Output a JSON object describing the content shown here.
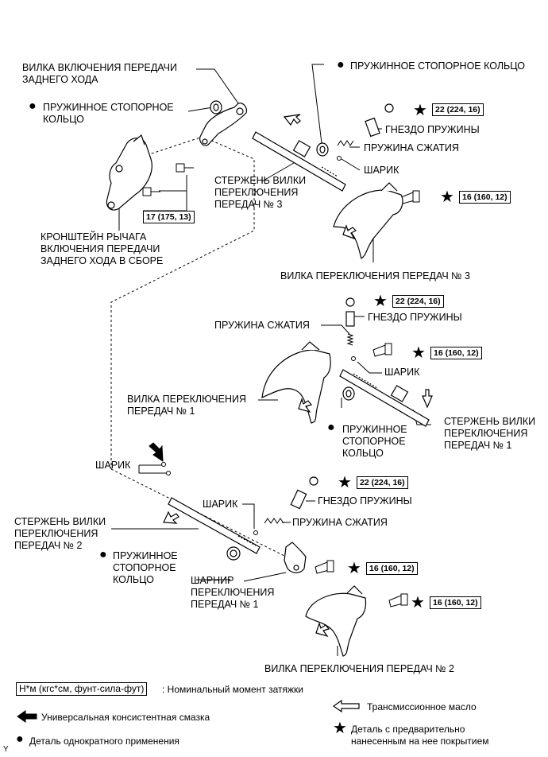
{
  "labels": {
    "reverse_fork": "ВИЛКА ВКЛЮЧЕНИЯ ПЕРЕДАЧИ\nЗАДНЕГО ХОДА",
    "snap_ring_top_left": "ПРУЖИННОЕ СТОПОРНОЕ\nКОЛЬЦО",
    "snap_ring_top_right": "ПРУЖИННОЕ СТОПОРНОЕ КОЛЬЦО",
    "spring_seat_1": "ГНЕЗДО ПРУЖИНЫ",
    "compression_spring_1": "ПРУЖИНА СЖАТИЯ",
    "ball_1": "ШАРИК",
    "shaft_3": "СТЕРЖЕНЬ ВИЛКИ\nПЕРЕКЛЮЧЕНИЯ\nПЕРЕДАЧ № 3",
    "bracket": "КРОНШТЕЙН РЫЧАГА\nВКЛЮЧЕНИЯ ПЕРЕДАЧИ\nЗАДНЕГО ХОДА В СБОРЕ",
    "fork_3": "ВИЛКА ПЕРЕКЛЮЧЕНИЯ ПЕРЕДАЧ № 3",
    "spring_seat_2": "ГНЕЗДО ПРУЖИНЫ",
    "compression_spring_2": "ПРУЖИНА СЖАТИЯ",
    "ball_2": "ШАРИК",
    "fork_1": "ВИЛКА ПЕРЕКЛЮЧЕНИЯ\nПЕРЕДАЧ № 1",
    "snap_ring_mid": "ПРУЖИННОЕ\nСТОПОРНОЕ\nКОЛЬЦО",
    "shaft_1": "СТЕРЖЕНЬ ВИЛКИ\nПЕРЕКЛЮЧЕНИЯ\nПЕРЕДАЧ № 1",
    "ball_3": "ШАРИК",
    "ball_4": "ШАРИК",
    "spring_seat_3": "ГНЕЗДО ПРУЖИНЫ",
    "compression_spring_3": "ПРУЖИНА СЖАТИЯ",
    "shaft_2": "СТЕРЖЕНЬ ВИЛКИ\nПЕРЕКЛЮЧЕНИЯ\nПЕРЕДАЧ № 2",
    "snap_ring_bottom": "ПРУЖИННОЕ\nСТОПОРНОЕ\nКОЛЬЦО",
    "hinge_1": "ШАРНИР\nПЕРЕКЛЮЧЕНИЯ\nПЕРЕДАЧ № 1",
    "fork_2": "ВИЛКА ПЕРЕКЛЮЧЕНИЯ ПЕРЕДАЧ № 2"
  },
  "torques": {
    "t1": "22 (224, 16)",
    "t2": "16 (160, 12)",
    "t3": "17 (175, 13)",
    "t4": "22 (224, 16)",
    "t5": "16 (160, 12)",
    "t6": "22 (224, 16)",
    "t7": "16 (160, 12)",
    "t8": "16 (160, 12)"
  },
  "legend": {
    "torque_unit": "Н*м (кгс*см, фунт-сила-фут)",
    "torque_desc": ": Номинальный момент затяжки",
    "grease": "Универсальная консистентная смазка",
    "oil": "Трансмиссионное масло",
    "single_use": "Деталь однократного применения",
    "precoated": "Деталь с предварительно\nнанесенным на нее покрытием"
  },
  "corner_mark": "Y"
}
